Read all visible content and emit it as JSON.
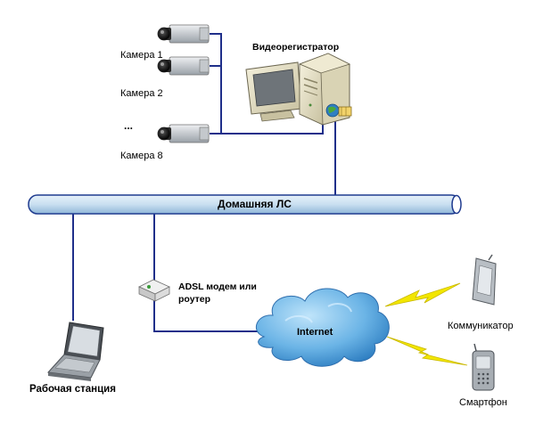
{
  "devices": {
    "cameras": [
      {
        "label": "Камера 1"
      },
      {
        "label": "Камера 2"
      },
      {
        "label": "Камера 8"
      }
    ],
    "ellipsis": "...",
    "dvr_label": "Видеорегистратор",
    "network_label": "Домашняя ЛС",
    "modem_label_line1": "ADSL модем или",
    "modem_label_line2": "роутер",
    "internet_label": "Internet",
    "workstation_label": "Рабочая станция",
    "communicator_label": "Коммуникатор",
    "smartphone_label": "Смартфон"
  },
  "colors": {
    "link_line": "#1f2f8a",
    "lan_bar_fill": "#c9dff0",
    "lan_bar_stroke": "#1f3b8f",
    "cloud_light": "#7fc3ee",
    "cloud_dark": "#2f7fc2",
    "lightning": "#f2e600",
    "lightning_stroke": "#c9b800"
  }
}
